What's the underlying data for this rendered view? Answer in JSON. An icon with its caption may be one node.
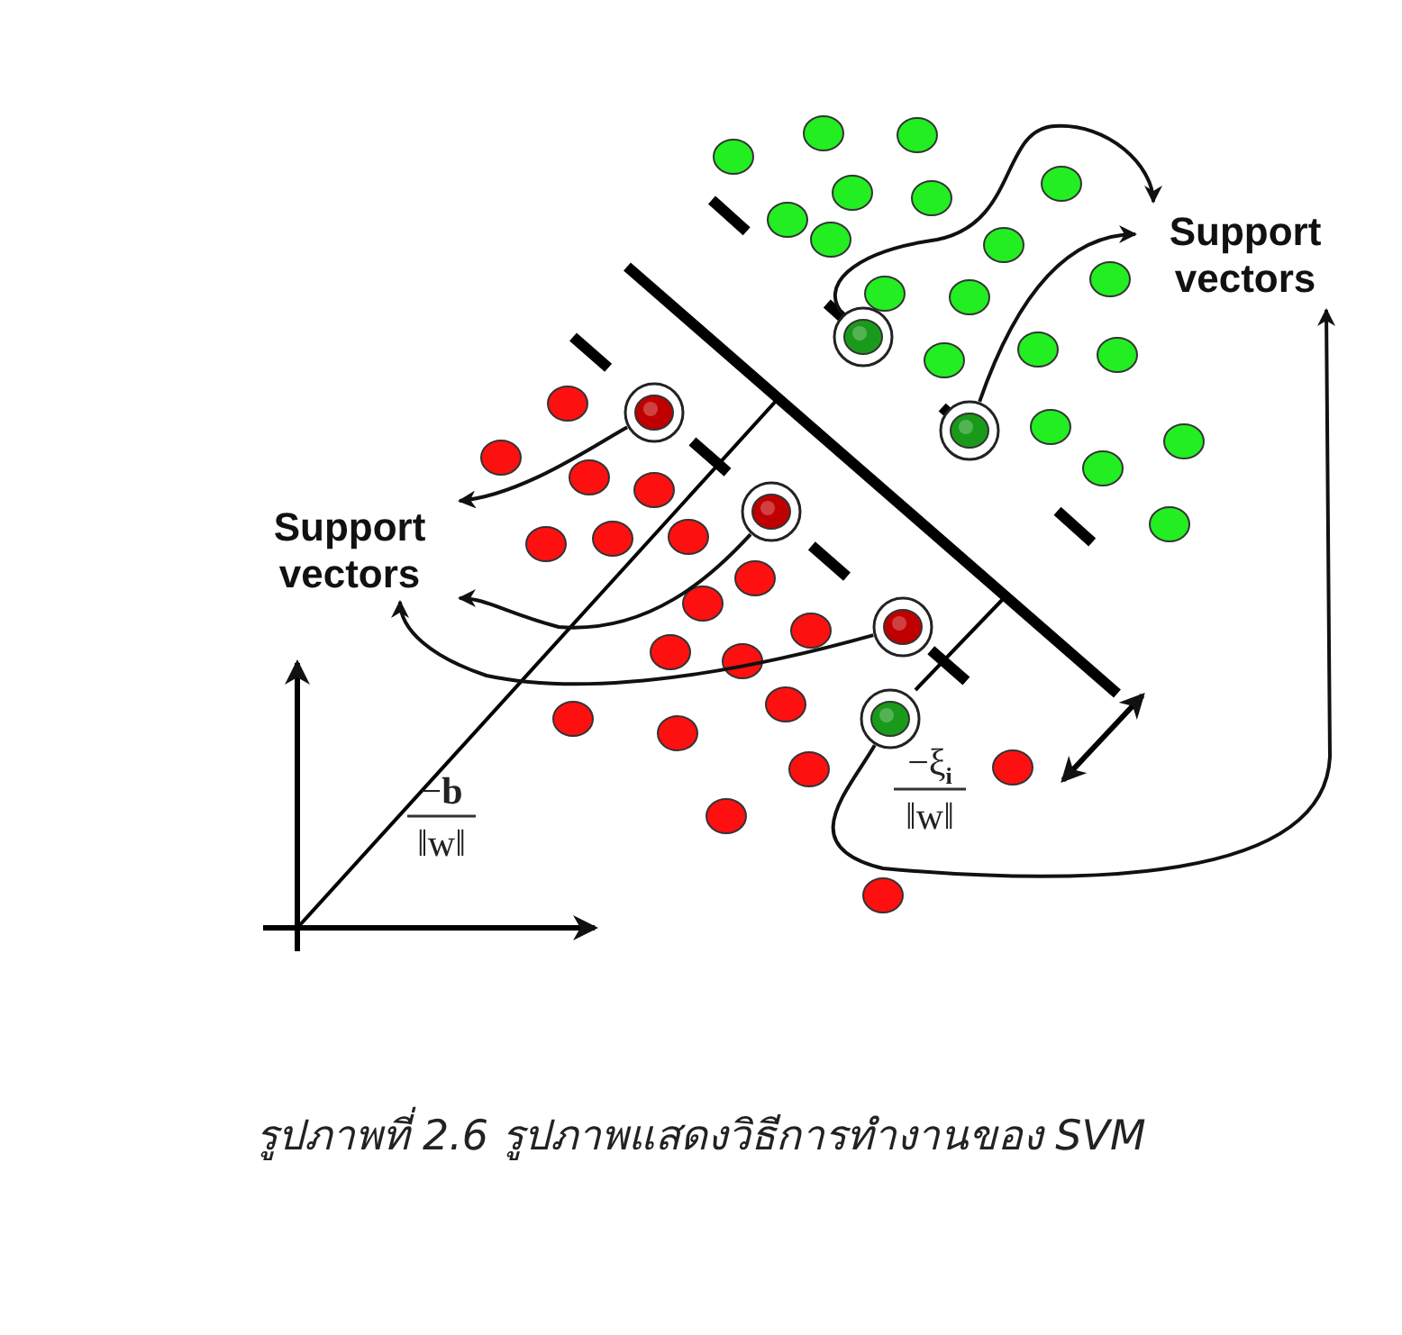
{
  "diagram": {
    "caption": "รูปภาพที่ 2.6  รูปภาพแสดงวิธีการทำงานของ SVM",
    "nodes": [
      {
        "text": [
          "Support vectors"
        ]
      },
      {
        "text": [
          "Support vectors"
        ]
      },
      {
        "text": [],
        "shape": "circle"
      },
      {
        "text": [],
        "shape": "circle"
      },
      {
        "text": [],
        "shape": "circle"
      },
      {
        "text": [],
        "shape": "circle"
      },
      {
        "text": [],
        "shape": "circle"
      },
      {
        "text": [],
        "shape": "circle"
      }
    ],
    "edges": [
      {
        "from": 2,
        "to": 0,
        "arrow": "to"
      },
      {
        "from": 4,
        "to": 0,
        "arrow": "to"
      },
      {
        "from": 3,
        "to": 1,
        "arrow": "to"
      },
      {
        "from": 5,
        "to": 1,
        "arrow": "to"
      },
      {
        "from": 6,
        "to": 1,
        "arrow": "to"
      },
      {
        "from": 7,
        "to": 0,
        "arrow": "to"
      }
    ],
    "labels": [
      "−**b**",
      "‖w‖",
      "−ξ$_{i}$",
      "‖w‖"
    ]
  }
}
